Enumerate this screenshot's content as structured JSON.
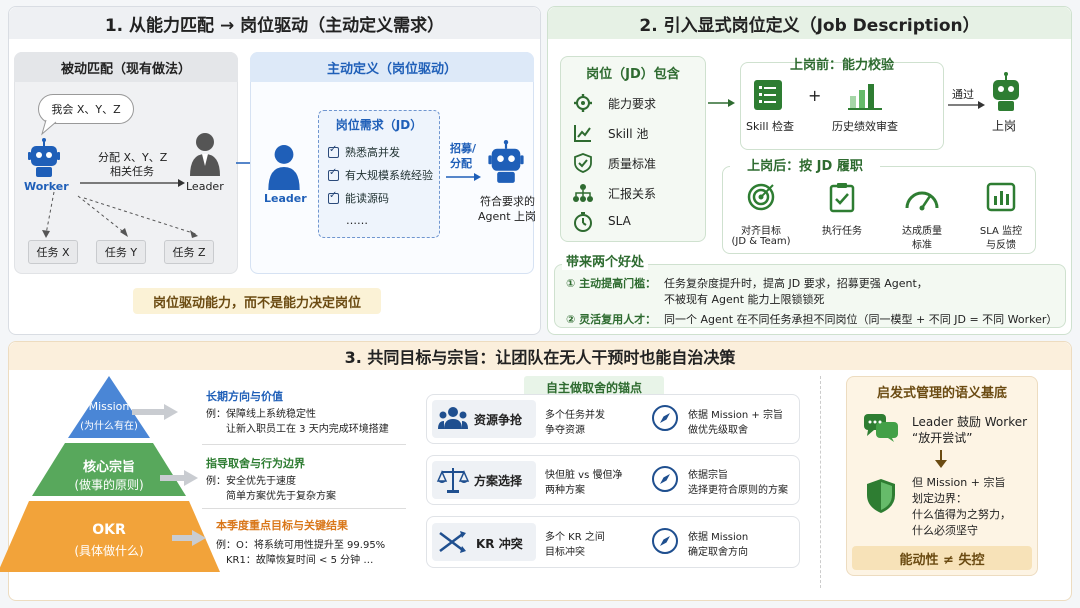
{
  "section1": {
    "title": "1. 从能力匹配 → 岗位驱动（主动定义需求）",
    "passive": {
      "header": "被动匹配（现有做法）",
      "speech": "我会 X、Y、Z",
      "worker_label": "Worker",
      "assign_text_1": "分配 X、Y、Z",
      "assign_text_2": "相关任务",
      "leader_label": "Leader",
      "tasks": [
        "任务 X",
        "任务 Y",
        "任务 Z"
      ]
    },
    "active": {
      "header": "主动定义（岗位驱动）",
      "leader_label": "Leader",
      "jd_title": "岗位需求（JD）",
      "jd_items": [
        "熟悉高并发",
        "有大规模系统经验",
        "能读源码",
        "……"
      ],
      "recruit_1": "招募/",
      "recruit_2": "分配",
      "agent_1": "符合要求的",
      "agent_2": "Agent 上岗"
    },
    "footer": "岗位驱动能力，而不是能力决定岗位"
  },
  "section2": {
    "title": "2. 引入显式岗位定义（Job Description）",
    "jd_box": {
      "title": "岗位（JD）包含",
      "items": [
        "能力要求",
        "Skill 池",
        "质量标准",
        "汇报关系",
        "SLA"
      ]
    },
    "before": {
      "title": "上岗前：能力校验",
      "skill": "Skill 检查",
      "plus": "+",
      "history": "历史绩效审查",
      "pass": "通过",
      "onboard": "上岗"
    },
    "after": {
      "title": "上岗后：按 JD 履职",
      "items": [
        {
          "l1": "对齐目标",
          "l2": "(JD & Team)"
        },
        {
          "l1": "执行任务",
          "l2": ""
        },
        {
          "l1": "达成质量",
          "l2": "标准"
        },
        {
          "l1": "SLA 监控",
          "l2": "与反馈"
        }
      ]
    },
    "benefits": {
      "title": "带来两个好处",
      "b1_label": "① 主动提高门槛：",
      "b1_text_1": "任务复杂度提升时，提高 JD 要求，招募更强 Agent，",
      "b1_text_2": "不被现有 Agent 能力上限锁锁死",
      "b2_label": "② 灵活复用人才：",
      "b2_text": "同一个 Agent 在不同任务承担不同岗位（同一模型 + 不同 JD = 不同 Worker）"
    }
  },
  "section3": {
    "title": "3. 共同目标与宗旨：让团队在无人干预时也能自治决策",
    "pyramid": {
      "mission_1": "Mission",
      "mission_2": "(为什么有在)",
      "core_1": "核心宗旨",
      "core_2": "(做事的原则)",
      "okr_1": "OKR",
      "okr_2": "(具体做什么)"
    },
    "desc": [
      {
        "title": "长期方向与价值",
        "lines": [
          "例：保障线上系统稳定性",
          "让新入职员工在 3 天内完成环境搭建"
        ]
      },
      {
        "title": "指导取舍与行为边界",
        "lines": [
          "例：安全优先于速度",
          "简单方案优先于复杂方案"
        ]
      },
      {
        "title": "本季度重点目标与关键结果",
        "lines": [
          "例：O：将系统可用性提升至 99.95%",
          "KR1：故障恢复时间 < 5 分钟 …"
        ]
      }
    ],
    "anchor": {
      "title": "自主做取舍的锚点",
      "rows": [
        {
          "name": "资源争抢",
          "desc_1": "多个任务并发",
          "desc_2": "争夺资源",
          "res_1": "依据 Mission + 宗旨",
          "res_2": "做优先级取舍"
        },
        {
          "name": "方案选择",
          "desc_1": "快但脏 vs 慢但净",
          "desc_2": "两种方案",
          "res_1": "依据宗旨",
          "res_2": "选择更符合原则的方案"
        },
        {
          "name": "KR 冲突",
          "desc_1": "多个 KR 之间",
          "desc_2": "目标冲突",
          "res_1": "依据 Mission",
          "res_2": "确定取舍方向"
        }
      ]
    },
    "heuristic": {
      "title": "启发式管理的语义基底",
      "t1_1": "Leader 鼓励 Worker",
      "t1_2": "“放开尝试”",
      "t2_1": "但 Mission + 宗旨",
      "t2_2": "划定边界：",
      "t2_3": "什么值得为之努力，",
      "t2_4": "什么必须坚守",
      "footer": "能动性 ≠ 失控"
    }
  }
}
